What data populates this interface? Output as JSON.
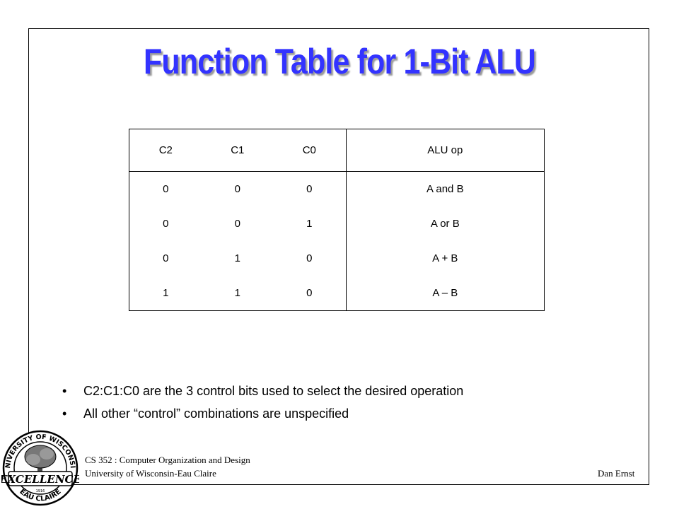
{
  "slide": {
    "title": "Function Table for 1-Bit ALU"
  },
  "table": {
    "headers": [
      "C2",
      "C1",
      "C0",
      "ALU op"
    ],
    "rows": [
      [
        "0",
        "0",
        "0",
        "A and B"
      ],
      [
        "0",
        "0",
        "1",
        "A or B"
      ],
      [
        "0",
        "1",
        "0",
        "A + B"
      ],
      [
        "1",
        "1",
        "0",
        "A – B"
      ]
    ]
  },
  "bullets": [
    {
      "marker": "•",
      "text": "C2:C1:C0 are the 3 control bits used to select the desired operation"
    },
    {
      "marker": "•",
      "text": "All other “control” combinations are unspecified"
    }
  ],
  "footer": {
    "course": "CS 352 : Computer Organization and Design",
    "university": "University of Wisconsin-Eau Claire",
    "author": "Dan Ernst"
  },
  "logo": {
    "ring_text": "UNIVERSITY OF WISCONSIN",
    "banner_text": "EXCELLENCE",
    "bottom_text": "EAU CLAIRE",
    "year": "1916"
  }
}
